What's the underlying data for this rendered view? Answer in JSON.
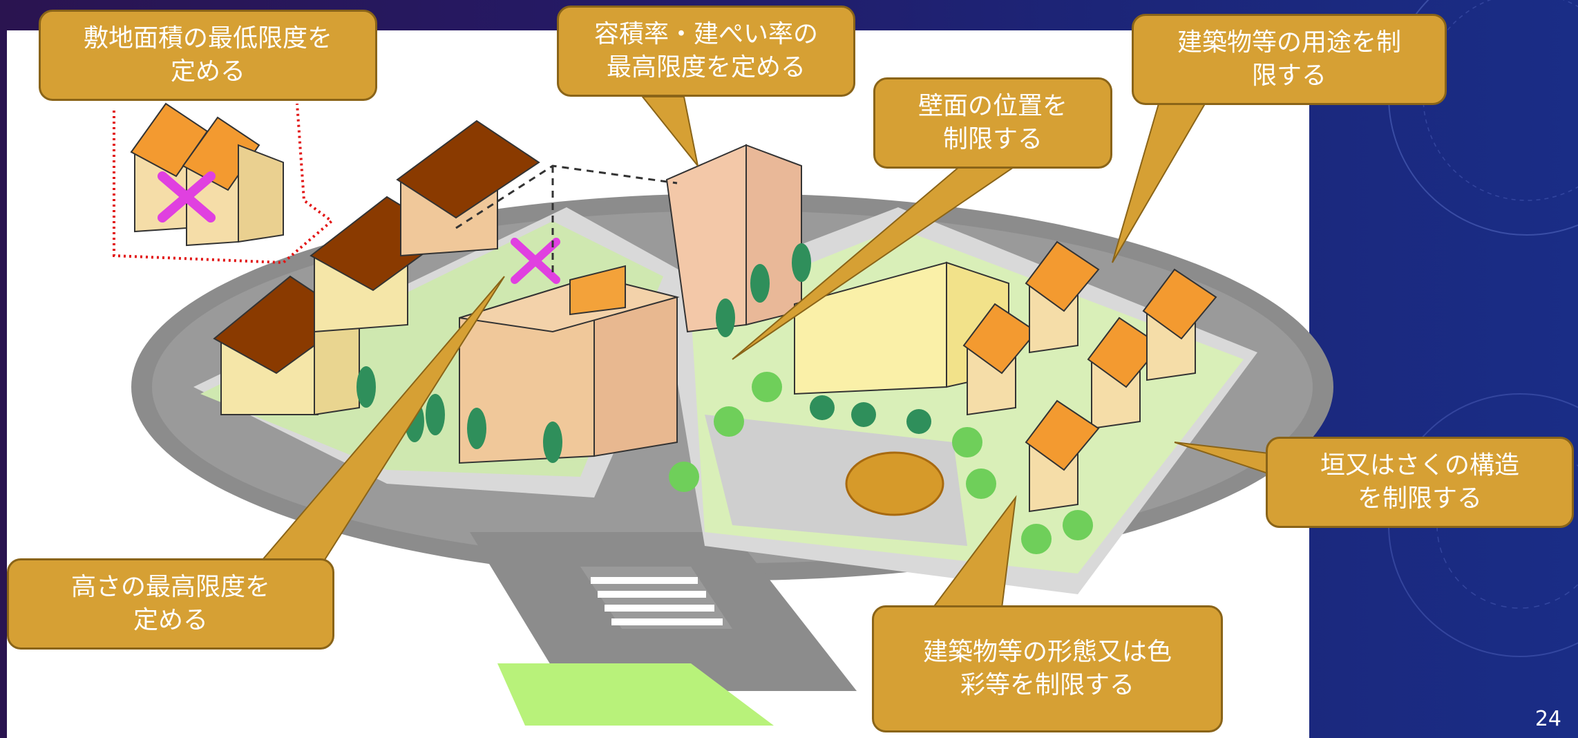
{
  "slide": {
    "page_number": "24",
    "colors": {
      "callout_fill": "#d6a034",
      "callout_border": "#8a6418",
      "road": "#8c8c8c",
      "grass": "#b8f27a",
      "roof": "#c26400",
      "wall": "#f3d59a",
      "tree": "#2f8f5b",
      "forbidden_mark": "#e040e0"
    },
    "callouts": [
      {
        "id": "min-site-area",
        "lines": [
          "敷地面積の最低限度を",
          "定める"
        ]
      },
      {
        "id": "floor-area-ratio",
        "lines": [
          "容積率・建ぺい率の",
          "最高限度を定める"
        ]
      },
      {
        "id": "wall-position",
        "lines": [
          "壁面の位置を",
          "制限する"
        ]
      },
      {
        "id": "building-use",
        "lines": [
          "建築物等の用途を制",
          "限する"
        ]
      },
      {
        "id": "fence-structure",
        "lines": [
          "垣又はさくの構造",
          "を制限する"
        ]
      },
      {
        "id": "max-height",
        "lines": [
          "高さの最高限度を",
          "定める"
        ]
      },
      {
        "id": "form-color",
        "lines": [
          "建築物等の形態又は色",
          "彩等を制限する"
        ]
      }
    ]
  }
}
